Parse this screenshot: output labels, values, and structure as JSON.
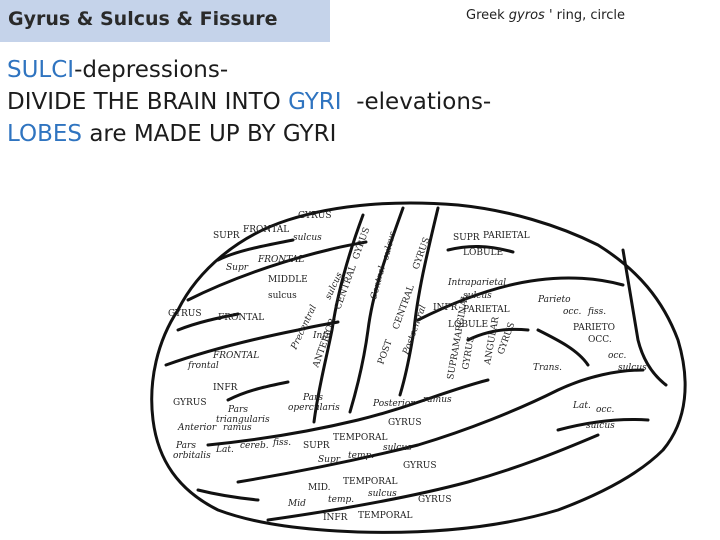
{
  "header": {
    "title": "Gyrus & Sulcus & Fissure",
    "note_prefix": "Greek ",
    "note_greek": "gyros",
    "note_suffix": " ' ring, circle"
  },
  "content": {
    "line1_highlight": "SULCI",
    "line1_rest": "-depressions-",
    "line2_text": "DIVIDE THE BRAIN INTO ",
    "line2_highlight": "GYRI",
    "line2_rest": "  -elevations-",
    "line3_highlight": "LOBES",
    "line3_rest": " are MADE UP BY GYRI"
  },
  "brain_labels": [
    "GYRUS",
    "SUPR",
    "FRONTAL",
    "sulcus",
    "Supr",
    "FRONTAL",
    "MIDDLE",
    "GYRUS",
    "FRONTAL",
    "sulcus",
    "Infr",
    "frontal",
    "FRONTAL",
    "INFR",
    "GYRUS",
    "Pars",
    "triangularis",
    "Anterior",
    "ramus",
    "Pars",
    "orbitalis",
    "Lat.",
    "cereb.",
    "fiss.",
    "Pars",
    "opercularis",
    "Posterior",
    "ramus",
    "ANTERIOR",
    "CENTRAL",
    "GYRUS",
    "Central",
    "sulcus",
    "POST",
    "CENTRAL",
    "GYRUS",
    "Postcentral",
    "SUPR",
    "PARIETAL",
    "LOBULE",
    "Intraparietal",
    "sulcus",
    "INFR",
    "PARIETAL",
    "LOBULE",
    "SUPRAMARGINAL",
    "GYRUS",
    "ANGULAR",
    "GYRUS",
    "Parieto",
    "occ.",
    "fiss.",
    "PARIETO",
    "OCC.",
    "Trans.",
    "occ.",
    "sulcus",
    "Lat.",
    "occ.",
    "sulcus",
    "SUPR",
    "TEMPORAL",
    "GYRUS",
    "Supr",
    "temp.",
    "sulcus",
    "MID.",
    "TEMPORAL",
    "GYRUS",
    "Mid",
    "temp.",
    "sulcus",
    "INFR",
    "TEMPORAL",
    "GYRUS",
    "Precentral",
    "sulcus"
  ],
  "colors": {
    "title_bg": "#c5d3ea",
    "accent_blue": "#2f74c0"
  }
}
